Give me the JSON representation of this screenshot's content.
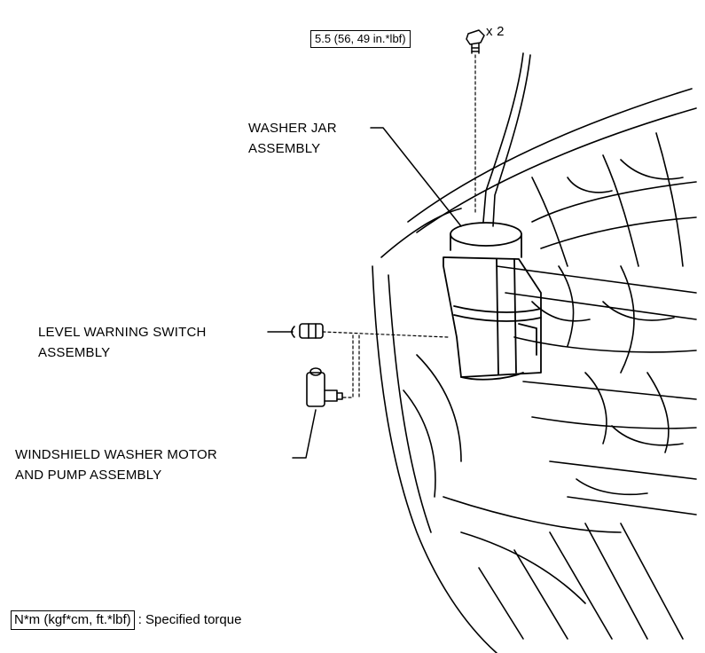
{
  "callouts": {
    "torque": "5.5 (56, 49 in.*lbf)",
    "quantity": "x 2",
    "washer_jar": [
      "WASHER JAR",
      "ASSEMBLY"
    ],
    "level_switch": [
      "LEVEL WARNING SWITCH",
      "ASSEMBLY"
    ],
    "washer_motor": [
      "WINDSHIELD WASHER MOTOR",
      "AND PUMP ASSEMBLY"
    ]
  },
  "legend": {
    "unit": "N*m (kgf*cm, ft.*lbf)",
    "description": ": Specified torque"
  }
}
